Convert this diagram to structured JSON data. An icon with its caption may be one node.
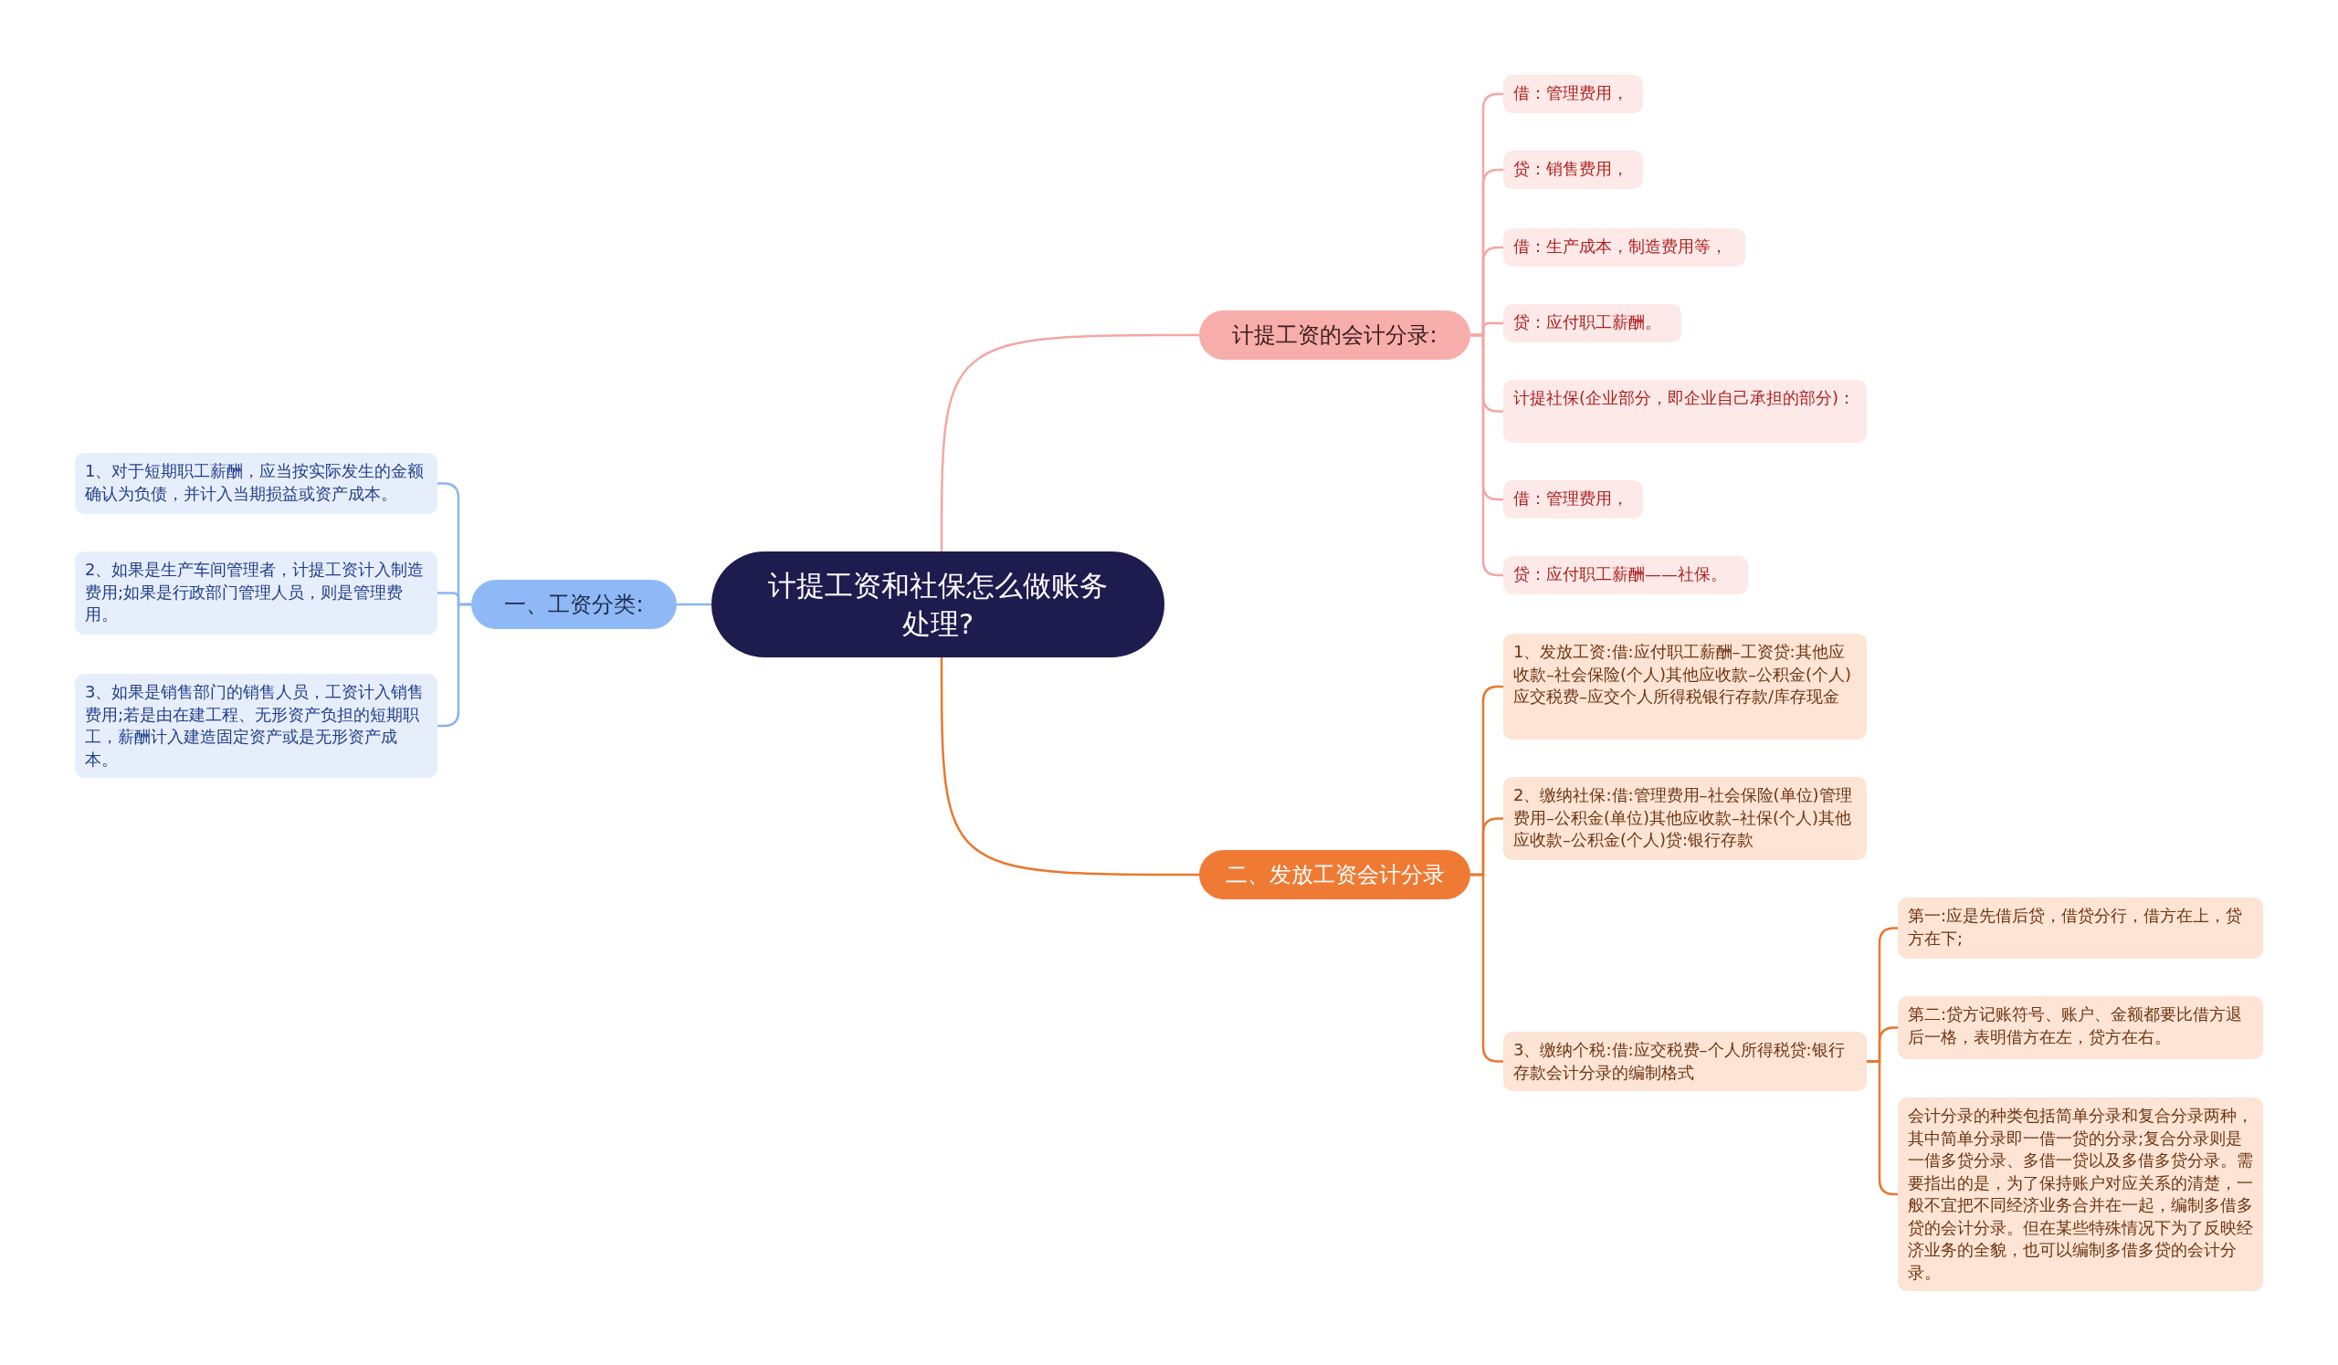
{
  "diagram": {
    "nodes": [
      {
        "text": [
          "计提工资和社保怎么做账务处理?"
        ]
      },
      {
        "text": [
          "一、工资分类:"
        ]
      },
      {
        "text": [
          "1、对于短期职工薪酬，应当按实际发生的金额确认为负债，并计入当期损益或资产成本。"
        ]
      },
      {
        "text": [
          "2、如果是生产车间管理者，计提工资计入制造费用;如果是行政部门管理人员，则是管理费用。"
        ]
      },
      {
        "text": [
          "3、如果是销售部门的销售人员，工资计入销售费用;若是由在建工程、无形资产负担的短期职工，薪酬计入建造固定资产或是无形资产成本。"
        ]
      },
      {
        "text": [
          "计提工资的会计分录:"
        ]
      },
      {
        "text": [
          "借：管理费用，"
        ]
      },
      {
        "text": [
          "贷：销售费用，"
        ]
      },
      {
        "text": [
          "借：生产成本，制造费用等，"
        ]
      },
      {
        "text": [
          "贷：应付职工薪酬。"
        ]
      },
      {
        "text": [
          "计提社保(企业部分，即企业自己承担的部分)："
        ]
      },
      {
        "text": [
          "借：管理费用，"
        ]
      },
      {
        "text": [
          "贷：应付职工薪酬——社保。"
        ]
      },
      {
        "text": [
          "二、发放工资会计分录"
        ]
      },
      {
        "text": [
          "1、发放工资:借:应付职工薪酬–工资贷:其他应收款–社会保险(个人)其他应收款–公积金(个人)应交税费–应交个人所得税银行存款/库存现金"
        ]
      },
      {
        "text": [
          "2、缴纳社保:借:管理费用–社会保险(单位)管理费用–公积金(单位)其他应收款–社保(个人)其他应收款–公积金(个人)贷:银行存款"
        ]
      },
      {
        "text": [
          "3、缴纳个税:借:应交税费–个人所得税贷:银行存款会计分录的编制格式"
        ]
      },
      {
        "text": [
          "第一:应是先借后贷，借贷分行，借方在上，贷方在下;"
        ]
      },
      {
        "text": [
          "第二:贷方记账符号、账户、金额都要比借方退后一格，表明借方在左，贷方在右。"
        ]
      },
      {
        "text": [
          "会计分录的种类包括简单分录和复合分录两种，其中简单分录即一借一贷的分录;复合分录则是一借多贷分录、多借一贷以及多借多贷分录。需要指出的是，为了保持账户对应关系的清楚，一般不宜把不同经济业务合并在一起，编制多借多贷的会计分录。但在某些特殊情况下为了反映经济业务的全貌，也可以编制多借多贷的会计分录。"
        ]
      }
    ],
    "edges": [
      {
        "from": 0,
        "to": 1,
        "arrow": "none",
        "color": "#8ab4ec"
      },
      {
        "from": 1,
        "to": 2,
        "arrow": "none",
        "color": "#8ab4ec"
      },
      {
        "from": 1,
        "to": 3,
        "arrow": "none",
        "color": "#8ab4ec"
      },
      {
        "from": 1,
        "to": 4,
        "arrow": "none",
        "color": "#8ab4ec"
      },
      {
        "from": 0,
        "to": 5,
        "arrow": "none",
        "color": "#f2a7a4"
      },
      {
        "from": 5,
        "to": 6,
        "arrow": "none",
        "color": "#f2a7a4"
      },
      {
        "from": 5,
        "to": 7,
        "arrow": "none",
        "color": "#f2a7a4"
      },
      {
        "from": 5,
        "to": 8,
        "arrow": "none",
        "color": "#f2a7a4"
      },
      {
        "from": 5,
        "to": 9,
        "arrow": "none",
        "color": "#f2a7a4"
      },
      {
        "from": 5,
        "to": 10,
        "arrow": "none",
        "color": "#f2a7a4"
      },
      {
        "from": 5,
        "to": 11,
        "arrow": "none",
        "color": "#f2a7a4"
      },
      {
        "from": 5,
        "to": 12,
        "arrow": "none",
        "color": "#f2a7a4"
      },
      {
        "from": 0,
        "to": 13,
        "arrow": "none",
        "color": "#e8782e"
      },
      {
        "from": 13,
        "to": 14,
        "arrow": "none",
        "color": "#e8782e"
      },
      {
        "from": 13,
        "to": 15,
        "arrow": "none",
        "color": "#e8782e"
      },
      {
        "from": 13,
        "to": 16,
        "arrow": "none",
        "color": "#e8782e"
      },
      {
        "from": 16,
        "to": 17,
        "arrow": "none",
        "color": "#e8782e"
      },
      {
        "from": 16,
        "to": 18,
        "arrow": "none",
        "color": "#e8782e"
      },
      {
        "from": 16,
        "to": 19,
        "arrow": "none",
        "color": "#e8782e"
      }
    ]
  }
}
